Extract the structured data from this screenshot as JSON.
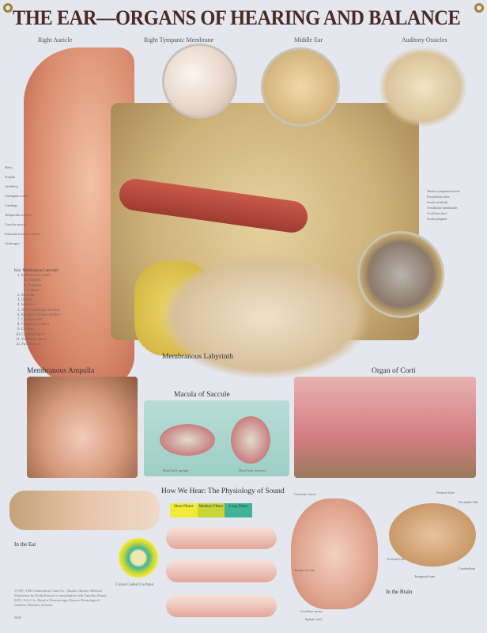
{
  "title": "THE EAR—ORGANS OF HEARING AND BALANCE",
  "sections": {
    "auricle": "Right Auricle",
    "tympanic": "Right Tympanic Membrane",
    "middle_ear": "Middle Ear",
    "ossicles": "Auditory Ossicles",
    "labyrinth": "Membranous Labyrinth",
    "ampulla": "Membranous Ampulla",
    "saccule": "Macula of Saccule",
    "corti": "Organ of Corti",
    "how_we_hear": "How We Hear: The Physiology of Sound",
    "in_ear": "In the Ear",
    "in_brain": "In the Brain",
    "coded_cochlea": "Color-Coded Cochlea"
  },
  "left_labels": [
    "Helix",
    "Scapha",
    "Antihelix",
    "Triangular fossa",
    "Cartilage",
    "Temporalis muscle",
    "Concha auricle",
    "External acoustic meatus",
    "Antitragus"
  ],
  "right_labels": [
    "Tensor tympani muscle",
    "Eustachian tube",
    "Scala vestibuli",
    "Vestibular membrane",
    "Cochlear duct",
    "Scala tympani"
  ],
  "key": {
    "title": "Key: Membranous Labyrinth",
    "items": [
      "1. Semicircular canals",
      "A. Anterior",
      "B. Posterior",
      "C. Lateral",
      "2. Ampulla",
      "3. Utricle",
      "4. Saccule",
      "5. Oval (vestibular) window",
      "6. Round (cochlear) window",
      "7. Cochlear duct",
      "8. Cupula of cochlea",
      "9. Cochlea",
      "10. Cochlear nerve",
      "11. Vestibular nerve",
      "12. Facial nerve"
    ]
  },
  "saccule_captions": [
    "Head held upright",
    "Head bent forward"
  ],
  "fibers": [
    "Short Fibers",
    "Medium Fibers",
    "Long Fibers"
  ],
  "brain_labels": [
    "Cerebral cortex",
    "Temporal lobe",
    "Cochlear nerve",
    "Spinal cord",
    "Frontal lobe",
    "Parietal lobe",
    "Occipital lobe",
    "Temporal lobe",
    "Cerebellum"
  ],
  "copyright": "©1997, 1992 Anatomical Chart Co., Skokie, Illinois. Medical illustration by Keith Kasnot in consultation with Timothy Daspit, M.D., F.A.C.S., Head of Neurotology, Barrow Neurological Institute, Phoenix, Arizona.",
  "code": "9800",
  "colors": {
    "title": "#4a2a22",
    "skin": "#d98a6c",
    "bone": "#d9c38f",
    "fiber_short": "#f2ea3a",
    "fiber_medium": "#c9d63a",
    "fiber_long": "#3fb597"
  }
}
